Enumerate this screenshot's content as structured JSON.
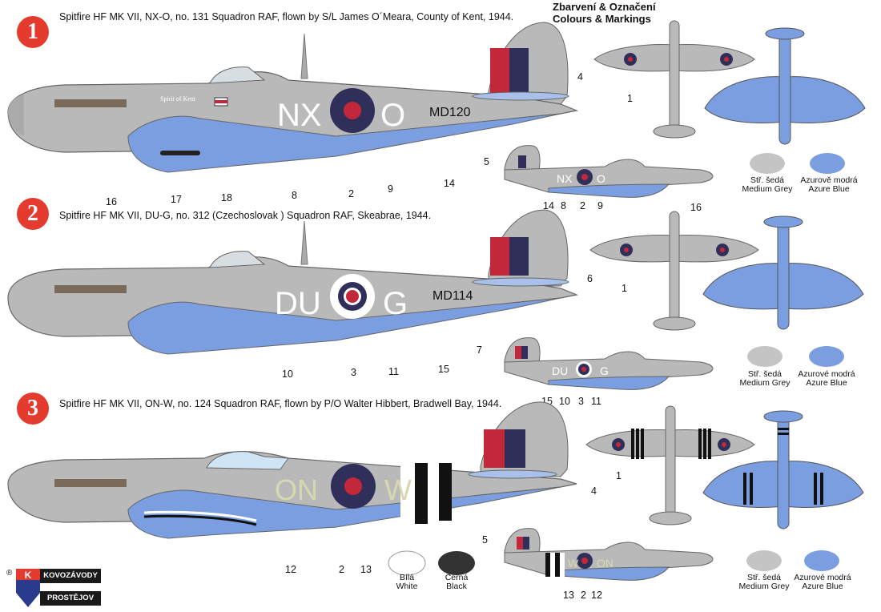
{
  "header": {
    "title_line1": "Zbarvení & Označení",
    "title_line2": "Colours & Markings"
  },
  "schemes": [
    {
      "number": "1",
      "caption": "Spitfire HF MK VII, NX-O, no. 131 Squadron RAF, flown by S/L James O´Meara, County of Kent, 1944.",
      "code_left": "NX",
      "code_right": "O",
      "serial": "MD120",
      "nose_art": "Spirit of Kent",
      "callouts_main": [
        "4",
        "16",
        "17",
        "18",
        "8",
        "2",
        "9",
        "14"
      ],
      "callouts_small": [
        "5",
        "14",
        "8",
        "2",
        "9",
        "16"
      ],
      "small_codes": [
        "NX",
        "O"
      ],
      "swatches": [
        {
          "label_cz": "Stř. šedá",
          "label_en": "Medium Grey",
          "color": "#c4c4c4"
        },
        {
          "label_cz": "Azurově modrá",
          "label_en": "Azure Blue",
          "color": "#7b9ee0"
        }
      ],
      "plan_callout": "1"
    },
    {
      "number": "2",
      "caption": "Spitfire HF MK VII, DU-G, no. 312 (Czechoslovak ) Squadron RAF, Skeabrae, 1944.",
      "code_left": "DU",
      "code_right": "G",
      "serial": "MD114",
      "callouts_main": [
        "6",
        "10",
        "3",
        "11",
        "15"
      ],
      "callouts_small": [
        "7",
        "15",
        "10",
        "3",
        "11"
      ],
      "small_codes": [
        "DU",
        "G"
      ],
      "swatches": [
        {
          "label_cz": "Stř. šedá",
          "label_en": "Medium Grey",
          "color": "#c4c4c4"
        },
        {
          "label_cz": "Azurové modrá",
          "label_en": "Azure Blue",
          "color": "#7b9ee0"
        }
      ],
      "plan_callout": "1"
    },
    {
      "number": "3",
      "caption": "Spitfire HF MK VII, ON-W, no. 124 Squadron RAF, flown by P/O Walter Hibbert, Bradwell Bay, 1944.",
      "code_left": "ON",
      "code_right": "W",
      "callouts_main": [
        "4",
        "12",
        "2",
        "13"
      ],
      "callouts_small": [
        "5",
        "13",
        "2",
        "12"
      ],
      "small_codes": [
        "W",
        "ON"
      ],
      "swatches": [
        {
          "label_cz": "Stř. šedá",
          "label_en": "Medium Grey",
          "color": "#c4c4c4"
        },
        {
          "label_cz": "Azurové modrá",
          "label_en": "Azure Blue",
          "color": "#7b9ee0"
        }
      ],
      "extra_swatches": [
        {
          "label_cz": "Bílá",
          "label_en": "White",
          "color": "#ffffff"
        },
        {
          "label_cz": "Černá",
          "label_en": "Black",
          "color": "#333333"
        }
      ],
      "plan_callout": "1"
    }
  ],
  "logo": {
    "mark": "®",
    "letter": "K",
    "line1": "KOVOZÁVODY",
    "line2": "PROSTĚJOV"
  },
  "colors": {
    "grey": "#b9b9b9",
    "grey_dark": "#9a9a9a",
    "blue": "#7b9ee0",
    "roundel_blue": "#2f2f5a",
    "roundel_red": "#c3283a",
    "badge_red": "#e53a2e"
  }
}
